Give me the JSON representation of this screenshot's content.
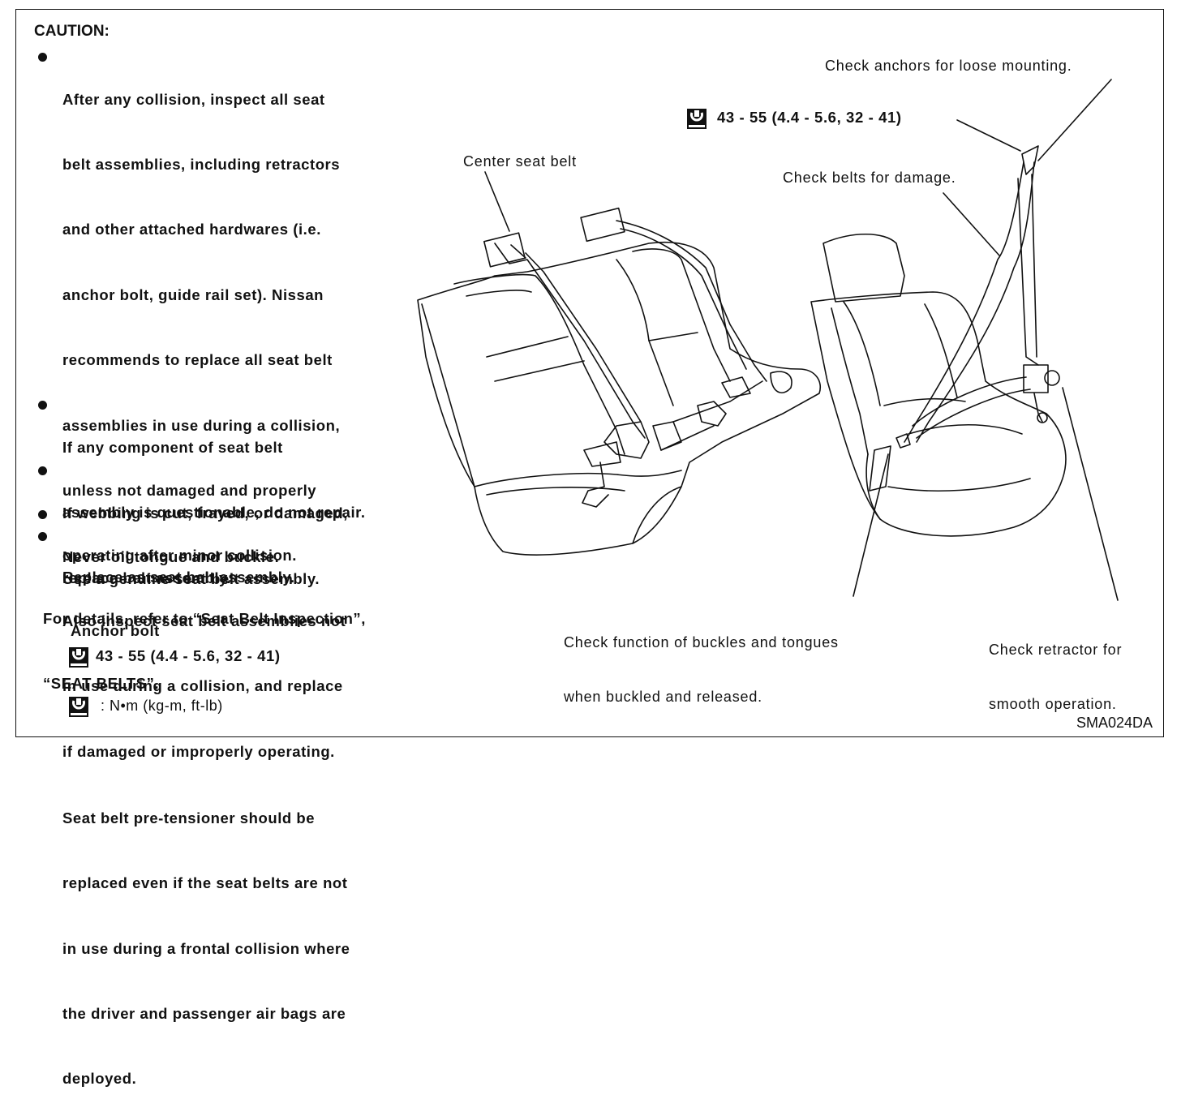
{
  "caution": {
    "title": "CAUTION:",
    "bullets": [
      {
        "lines": [
          "After any collision, inspect all seat",
          "belt assemblies, including retractors",
          "and other attached hardwares (i.e.",
          "anchor bolt, guide rail set). Nissan",
          "recommends to replace all seat belt",
          "assemblies in use during a collision,",
          "unless not damaged and properly",
          "operating after minor collision.",
          "Also inspect seat belt assemblies not",
          "in use during a collision, and replace",
          "if damaged or improperly operating.",
          "Seat belt pre-tensioner should be",
          "replaced even if the seat belts are not",
          "in use during a frontal collision where",
          "the driver and passenger air bags are",
          "deployed."
        ]
      },
      {
        "lines": [
          "If any component of seat belt",
          "assembly is questionable, do not repair.",
          "Replace as seat belt assembly."
        ]
      },
      {
        "lines": [
          "If webbing is cut, frayed, or damaged,",
          "replace belt assembly."
        ]
      },
      {
        "lines": [
          "Never oil tongue and buckle."
        ]
      },
      {
        "lines": [
          "Use a genuine seat belt assembly."
        ]
      }
    ]
  },
  "details": {
    "line1": "For details, refer to “Seat Belt Inspection”,",
    "line2": "“SEAT BELTS”."
  },
  "anchor": {
    "title": "Anchor bolt",
    "torque": "43 - 55 (4.4 - 5.6, 32 - 41)",
    "icon": "torque-wrench-icon"
  },
  "legend": {
    "icon": "torque-wrench-icon",
    "text": ": N•m (kg-m, ft-lb)"
  },
  "diagram": {
    "labels": {
      "center_belt": "Center seat belt",
      "anchors": "Check anchors for loose mounting.",
      "anchor_torque": "43 - 55 (4.4 - 5.6, 32 - 41)",
      "belts_damage": "Check belts for damage.",
      "buckles_line1": "Check function of buckles and tongues",
      "buckles_line2": "when buckled and released.",
      "retractor_line1": "Check retractor for",
      "retractor_line2": "smooth operation."
    },
    "figure_id": "SMA024DA"
  }
}
